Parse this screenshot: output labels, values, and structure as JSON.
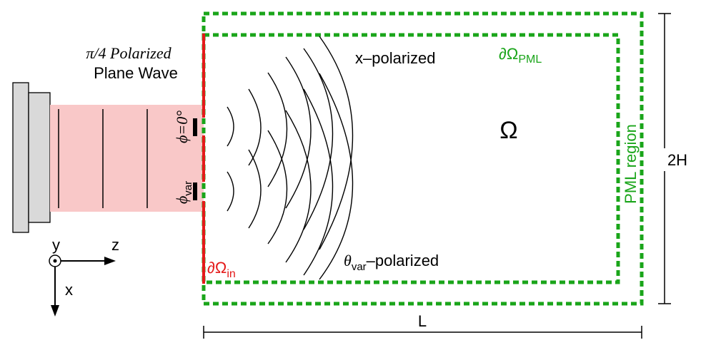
{
  "labels": {
    "source_title_line1": "π/4 Polarized",
    "source_title_line2": "Plane Wave",
    "phi_zero": "ϕ=0°",
    "phi_var_symbol": "ϕ",
    "phi_var_sub": "var",
    "x_polarized": "x–polarized",
    "theta_symbol": "θ",
    "theta_sub": "var",
    "theta_suffix": "–polarized",
    "boundary_pml_main": "∂Ω",
    "boundary_pml_sub": "PML",
    "boundary_in_main": "∂Ω",
    "boundary_in_sub": "in",
    "domain": "Ω",
    "pml_region": "PML region",
    "height_dim": "2H",
    "length_dim": "L",
    "axis_y": "y",
    "axis_z": "z",
    "axis_x": "x"
  },
  "colors": {
    "pml_boundary": "#1aa51a",
    "inlet_boundary": "#e41a1a",
    "beam": "#f9c8c8",
    "source_body": "#d9d9d9"
  }
}
